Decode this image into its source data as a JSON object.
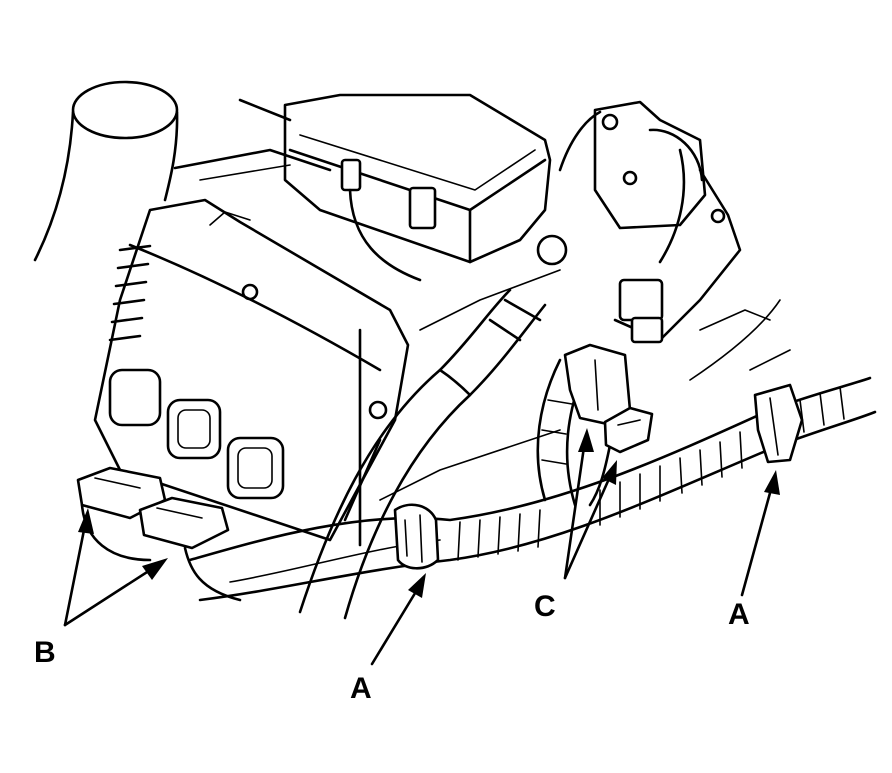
{
  "callouts": {
    "a_left": "A",
    "a_right": "A",
    "b": "B",
    "c": "C"
  },
  "colors": {
    "ink": "#000000",
    "paper": "#ffffff"
  }
}
